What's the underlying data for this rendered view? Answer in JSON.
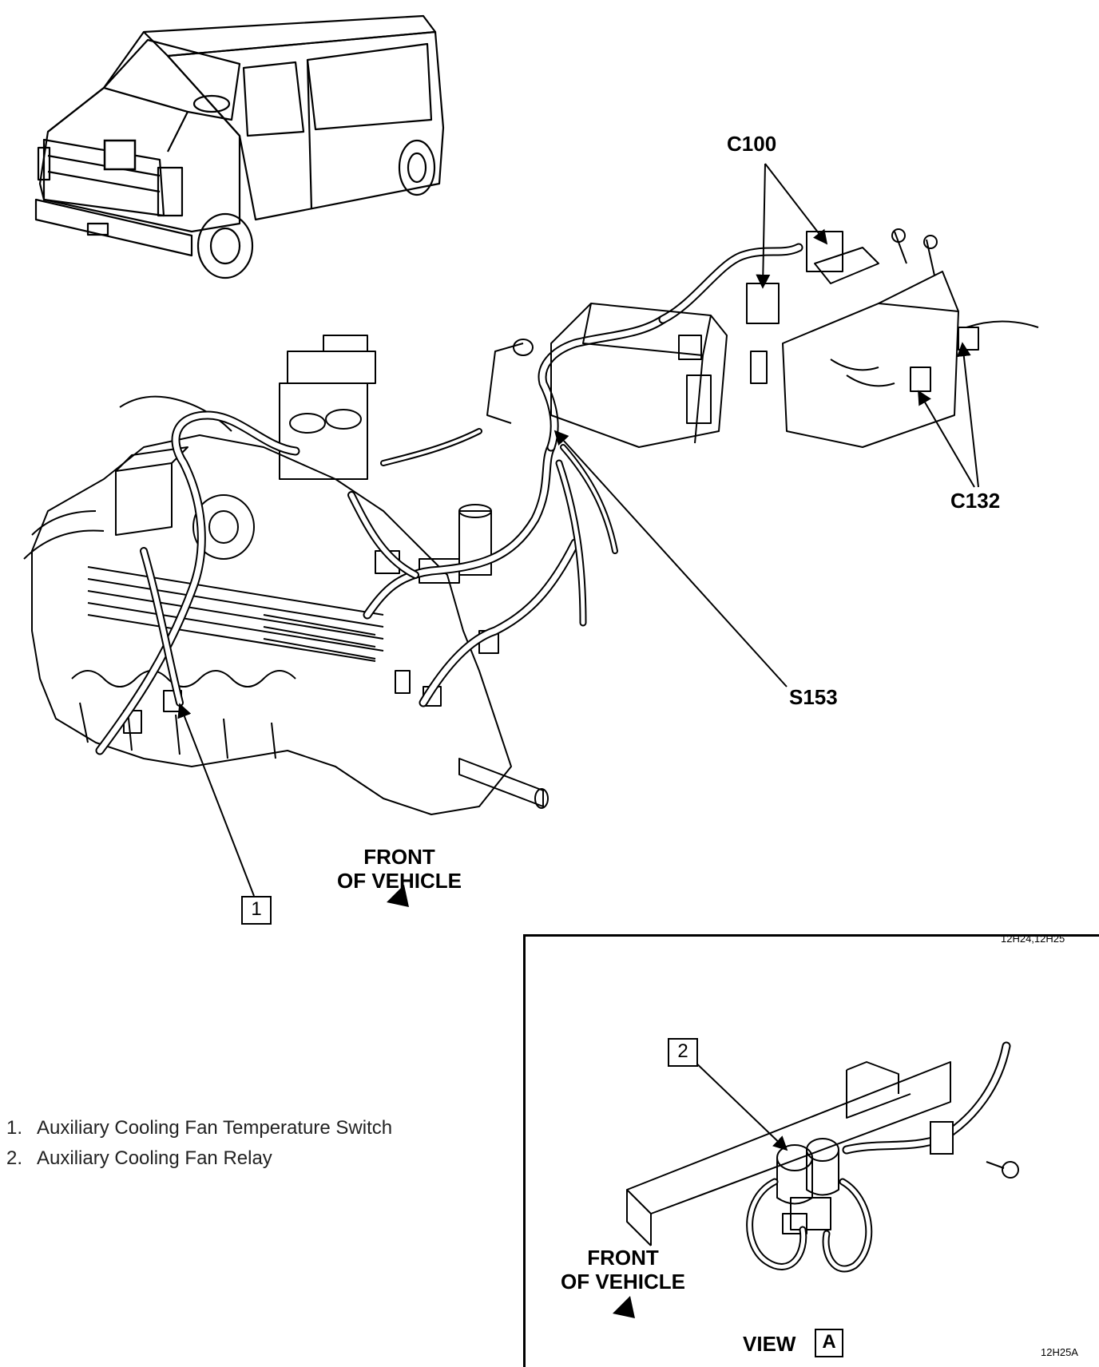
{
  "labels": {
    "c100": "C100",
    "c132": "C132",
    "s153": "S153",
    "front_main_line1": "FRONT",
    "front_main_line2": "OF VEHICLE",
    "front_view_line1": "FRONT",
    "front_view_line2": "OF VEHICLE",
    "view": "VIEW"
  },
  "callouts": {
    "main": "1",
    "view": "2",
    "van_marker": "",
    "view_letter": "A"
  },
  "codes": {
    "main": "12H24,12H25",
    "view": "12H25A"
  },
  "legend": [
    {
      "num": "1.",
      "text": "Auxiliary Cooling Fan Temperature Switch"
    },
    {
      "num": "2.",
      "text": "Auxiliary Cooling Fan Relay"
    }
  ]
}
